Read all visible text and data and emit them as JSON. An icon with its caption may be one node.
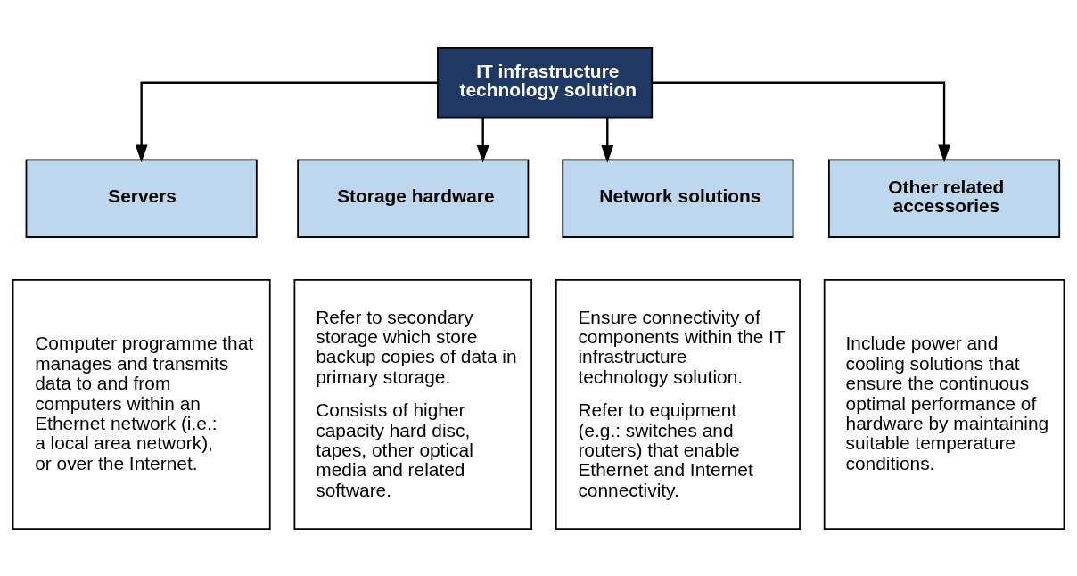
{
  "diagram": {
    "nodes": [
      {
        "text": [
          "IT infrastructure technology solution"
        ]
      },
      {
        "text": [
          "Servers"
        ]
      },
      {
        "text": [
          "Storage hardware"
        ]
      },
      {
        "text": [
          "Network solutions"
        ]
      },
      {
        "text": [
          "Other related accessories"
        ]
      },
      {
        "text": [
          "Computer programme that manages and transmits data to and from computers within an Ethernet network (i.e.: a local area network), or over the Internet."
        ]
      },
      {
        "text": [
          "Refer to secondary storage which store backup copies of data in primary storage.",
          "Consists of higher capacity hard disc, tapes, other optical media and related software."
        ]
      },
      {
        "text": [
          "Ensure connectivity of components within the IT infrastructure technology solution.",
          "Refer to equipment (e.g.: switches and routers) that enable Ethernet and Internet connectivity."
        ]
      },
      {
        "text": [
          "Include power and cooling solutions that ensure the continuous optimal performance of hardware by maintaining suitable temperature conditions."
        ]
      }
    ],
    "edges": [
      {
        "from": 0,
        "to": 1,
        "arrow": "to"
      },
      {
        "from": 0,
        "to": 2,
        "arrow": "to"
      },
      {
        "from": 0,
        "to": 3,
        "arrow": "to"
      },
      {
        "from": 0,
        "to": 4,
        "arrow": "to"
      }
    ]
  }
}
